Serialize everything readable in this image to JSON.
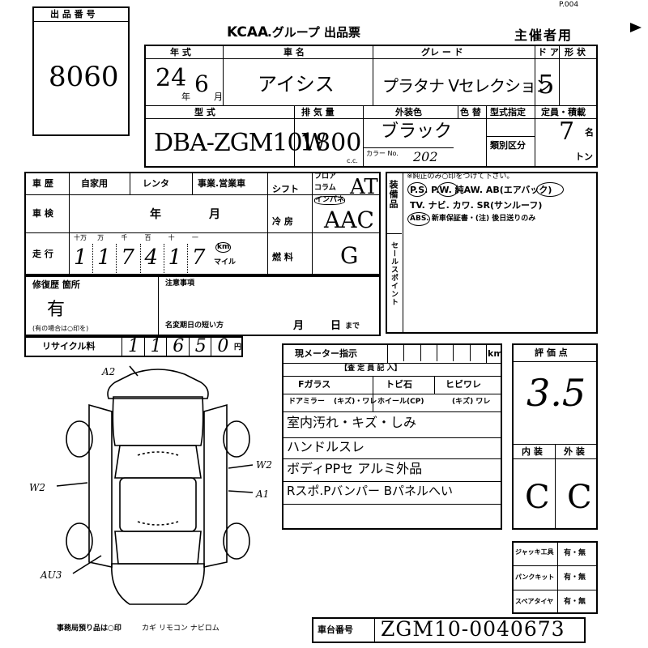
{
  "page_no": "P.004",
  "lot_box": {
    "header": "出 品 番 号",
    "value": "8060"
  },
  "form_title": {
    "brand": "KCAA",
    "suffix": ".グループ 出品票"
  },
  "organizer": "主催者用",
  "headers": {
    "year": "年 式",
    "name": "車 名",
    "grade": "グレ ー ド",
    "doors": "ド ア",
    "body_type": "形 状",
    "model": "型 式",
    "displacement": "排 気 量",
    "ext_color": "外装色",
    "color_no": "色 替",
    "designated": "型式指定",
    "category": "類別区分",
    "capacity": "定員・積載"
  },
  "values": {
    "year": "24",
    "month": "6",
    "year_suffix": "年",
    "month_suffix": "月",
    "car_name": "アイシス",
    "grade": "プラタナ Vセレクション",
    "doors": "5",
    "model": "DBA-ZGM10W",
    "displacement": "1800",
    "cc": "c.c.",
    "ext_color": "ブラック",
    "color_code_label": "カラー No.",
    "color_code": "202",
    "capacity": "7",
    "capacity_unit": "名",
    "ton_unit": "トン"
  },
  "usage": {
    "label": "車 歴",
    "private": "自家用",
    "rental": "レンタ",
    "business": "事業.営業車",
    "inspection_label": "車 検",
    "inspection_year": "年",
    "inspection_month": "月"
  },
  "mileage": {
    "label": "走 行",
    "units": [
      "十万",
      "万",
      "千",
      "百",
      "十",
      "一"
    ],
    "digits": [
      "1",
      "1",
      "7",
      "4",
      "1",
      "7"
    ],
    "km": "km",
    "mile": "マイル"
  },
  "shift": {
    "label": "シフト",
    "options": [
      "フロア",
      "コラム",
      "インパネ"
    ],
    "value": "AT"
  },
  "aircon": {
    "label": "冷 房",
    "value": "AAC"
  },
  "fuel": {
    "label": "燃 料",
    "value": "G"
  },
  "equipment": {
    "label": "装備品",
    "line1": "※純正のみ○印をつけて下さい。",
    "line2": "P.S. P.W. 純AW. AB(エアバック)",
    "line3": "TV. ナビ. カワ. SR(サンルーフ)",
    "line4": "ABS. 新車保証書・(注) 後日送りのみ"
  },
  "sales_point": "セールスポイント",
  "repair": {
    "label": "修復歴 箇所",
    "value": "有",
    "note": "(有の場合は○印を)"
  },
  "notes": {
    "label": "注意事項",
    "change_label": "名変期日の短い方",
    "month": "月",
    "day": "日",
    "until": "まで"
  },
  "recycle": {
    "label": "リサイクル料",
    "digits": [
      "1",
      "1",
      "6",
      "5",
      "0"
    ],
    "unit": "円"
  },
  "inspector": {
    "meter_label": "現メーター指示",
    "km": "km",
    "header": "【査 定 員 記 入】",
    "glass": "Fガラス",
    "chip": "トビ石",
    "crack": "ヒビワレ",
    "mirror": "ドアミラー",
    "mirror_opts": "(キズ)・ワレ",
    "wheel": "ホイール(CP)",
    "wheel_opts": "(キズ) ワレ",
    "remarks": [
      "室内汚れ・キズ・しみ",
      "ハンドルスレ",
      "ボディPPセ アルミ外品",
      "Rスポ.Pバンパー Bパネルへい"
    ]
  },
  "score": {
    "label": "評 価 点",
    "value": "3.5"
  },
  "interior_exterior": {
    "int_label": "内 装",
    "ext_label": "外 装",
    "int": "C",
    "ext": "C"
  },
  "tools": [
    {
      "label": "ジャッキ工具",
      "opts": "有・無"
    },
    {
      "label": "パンクキット",
      "opts": "有・無"
    },
    {
      "label": "スペアタイヤ",
      "opts": "有・無"
    }
  ],
  "diagram_marks": [
    "A2",
    "W2",
    "A1",
    "W2",
    "AU3"
  ],
  "footer": {
    "office": "事務局預り品は○印",
    "items": "カギ リモコン ナビロム",
    "chassis_label": "車台番号",
    "chassis_no": "ZGM10-0040673"
  }
}
